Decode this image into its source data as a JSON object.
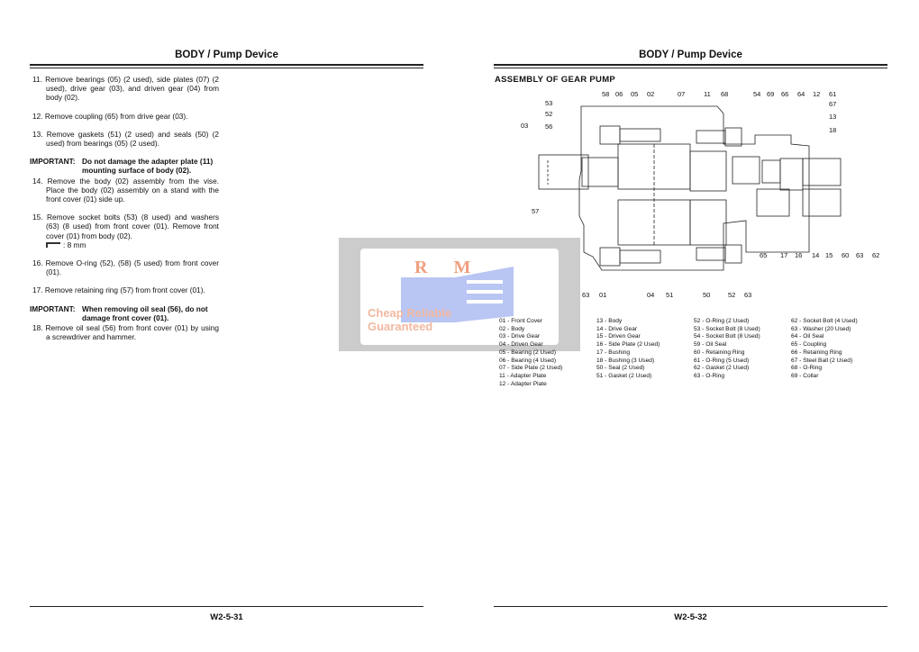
{
  "left": {
    "header": "BODY / Pump Device",
    "footer": "W2-5-31",
    "steps": [
      {
        "num": "11.",
        "text": "Remove bearings (05) (2 used), side plates (07) (2 used), drive gear (03), and driven gear (04) from body (02)."
      },
      {
        "num": "12.",
        "text": "Remove coupling (65) from drive gear (03)."
      },
      {
        "num": "13.",
        "text": "Remove gaskets (51) (2 used) and seals (50) (2 used) from bearings (05) (2 used)."
      },
      {
        "num": "14.",
        "text": "Remove the body (02) assembly from the vise. Place the body (02) assembly on a stand with the front cover (01) side up."
      },
      {
        "num": "15.",
        "text": "Remove socket bolts (53) (8 used) and washers (63) (8 used) from front cover (01). Remove front cover (01) from body (02)."
      },
      {
        "num": "16.",
        "text": "Remove O-ring (52), (58) (5 used) from front cover (01)."
      },
      {
        "num": "17.",
        "text": "Remove retaining ring (57) from front cover (01)."
      },
      {
        "num": "18.",
        "text": "Remove oil seal (56) from front cover (01) by using a screwdriver and hammer."
      }
    ],
    "important1": {
      "key": "IMPORTANT:",
      "text": "Do not damage the adapter plate (11) mounting surface of body (02)."
    },
    "important2": {
      "key": "IMPORTANT:",
      "text": "When removing oil seal (56), do not damage front cover (01)."
    },
    "tool": ": 8 mm",
    "tool_icon": "hex-wrench-icon"
  },
  "right": {
    "header": "BODY / Pump Device",
    "footer": "W2-5-32",
    "section": "ASSEMBLY OF GEAR PUMP",
    "callouts": [
      "58",
      "06",
      "05",
      "02",
      "07",
      "11",
      "68",
      "54",
      "69",
      "66",
      "64",
      "12",
      "61",
      "67",
      "13",
      "18",
      "53",
      "52",
      "56",
      "03",
      "57",
      "63",
      "01",
      "04",
      "51",
      "50",
      "52",
      "63",
      "65",
      "17",
      "16",
      "14",
      "15",
      "60",
      "63",
      "62"
    ],
    "legend": [
      [
        "01 - Front Cover",
        "02 - Body",
        "03 - Drive Gear",
        "04 - Driven Gear",
        "05 - Bearing (2 Used)",
        "06 - Bearing (4 Used)",
        "07 - Side Plate (2 Used)",
        "11 - Adapter Plate",
        "12 - Adapter Plate"
      ],
      [
        "13 - Body",
        "14 - Drive Gear",
        "15 - Driven Gear",
        "16 - Side Plate (2 Used)",
        "17 - Bushing",
        "18 - Bushing (3 Used)",
        "50 - Seal (2 Used)",
        "51 - Gasket (2 Used)"
      ],
      [
        "52 - O-Ring (2 Used)",
        "53 - Socket Bolt (8 Used)",
        "54 - Socket Bolt (8 Used)",
        "59 - Oil Seal",
        "60 - Retaining Ring",
        "61 - O-Ring (5 Used)",
        "62 - Gasket (2 Used)",
        "63 - O-Ring"
      ],
      [
        "62 - Socket Bolt (4 Used)",
        "63 - Washer (20 Used)",
        "64 - Oil Seal",
        "65 - Coupling",
        "66 - Retaining Ring",
        "67 - Steel Ball (2 Used)",
        "68 - O-Ring",
        "69 - Collar"
      ]
    ]
  },
  "watermark": {
    "logo": "R M",
    "tagline": "Cheap Reliable Guaranteed"
  }
}
